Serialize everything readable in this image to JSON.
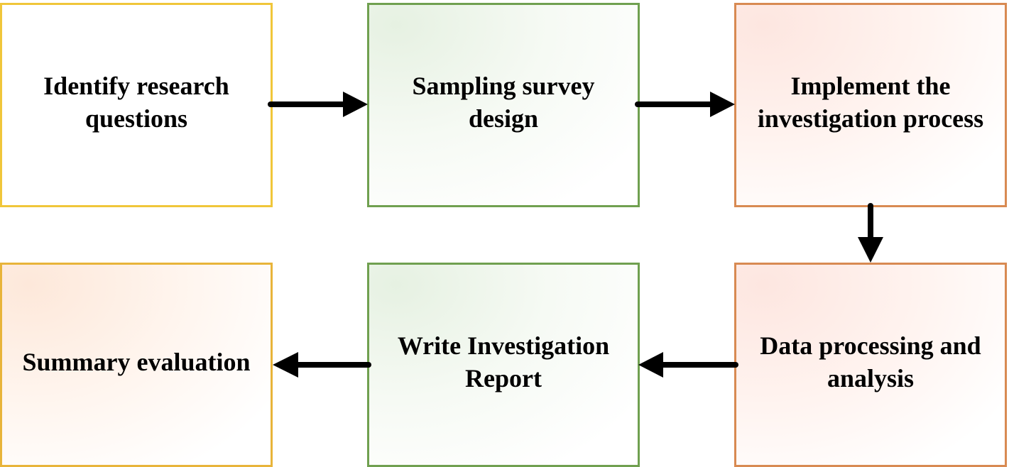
{
  "steps": [
    {
      "id": "identify",
      "label": "Identify research\nquestions",
      "border": "#f0c63a"
    },
    {
      "id": "sampling",
      "label": "Sampling survey\ndesign",
      "border": "#70a050"
    },
    {
      "id": "implement",
      "label": "Implement the\ninvestigation process",
      "border": "#d88a52"
    },
    {
      "id": "data",
      "label": "Data processing and\nanalysis",
      "border": "#d88a52"
    },
    {
      "id": "report",
      "label": "Write Investigation\nReport",
      "border": "#70a050"
    },
    {
      "id": "summary",
      "label": "Summary evaluation",
      "border": "#e8b43a"
    }
  ],
  "arrow_color": "#000000"
}
